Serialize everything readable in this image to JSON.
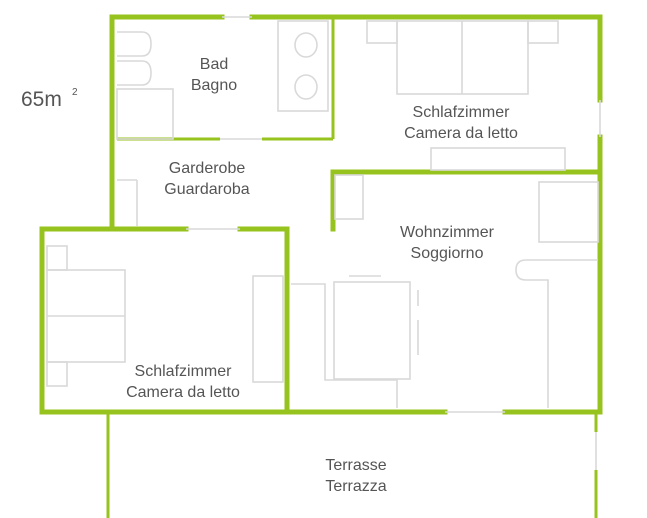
{
  "area": {
    "value": "65m",
    "superscript": "2"
  },
  "rooms": {
    "bath": {
      "line1": "Bad",
      "line2": "Bagno"
    },
    "wardrobe": {
      "line1": "Garderobe",
      "line2": "Guardaroba"
    },
    "bedroom_top": {
      "line1": "Schlafzimmer",
      "line2": "Camera da letto"
    },
    "living": {
      "line1": "Wohnzimmer",
      "line2": "Soggiorno"
    },
    "bedroom_left": {
      "line1": "Schlafzimmer",
      "line2": "Camera da letto"
    },
    "terrace": {
      "line1": "Terrasse",
      "line2": "Terrazza"
    }
  },
  "colors": {
    "wall": "#97c31e",
    "furniture": "#d9d9d9",
    "text": "#555555"
  }
}
